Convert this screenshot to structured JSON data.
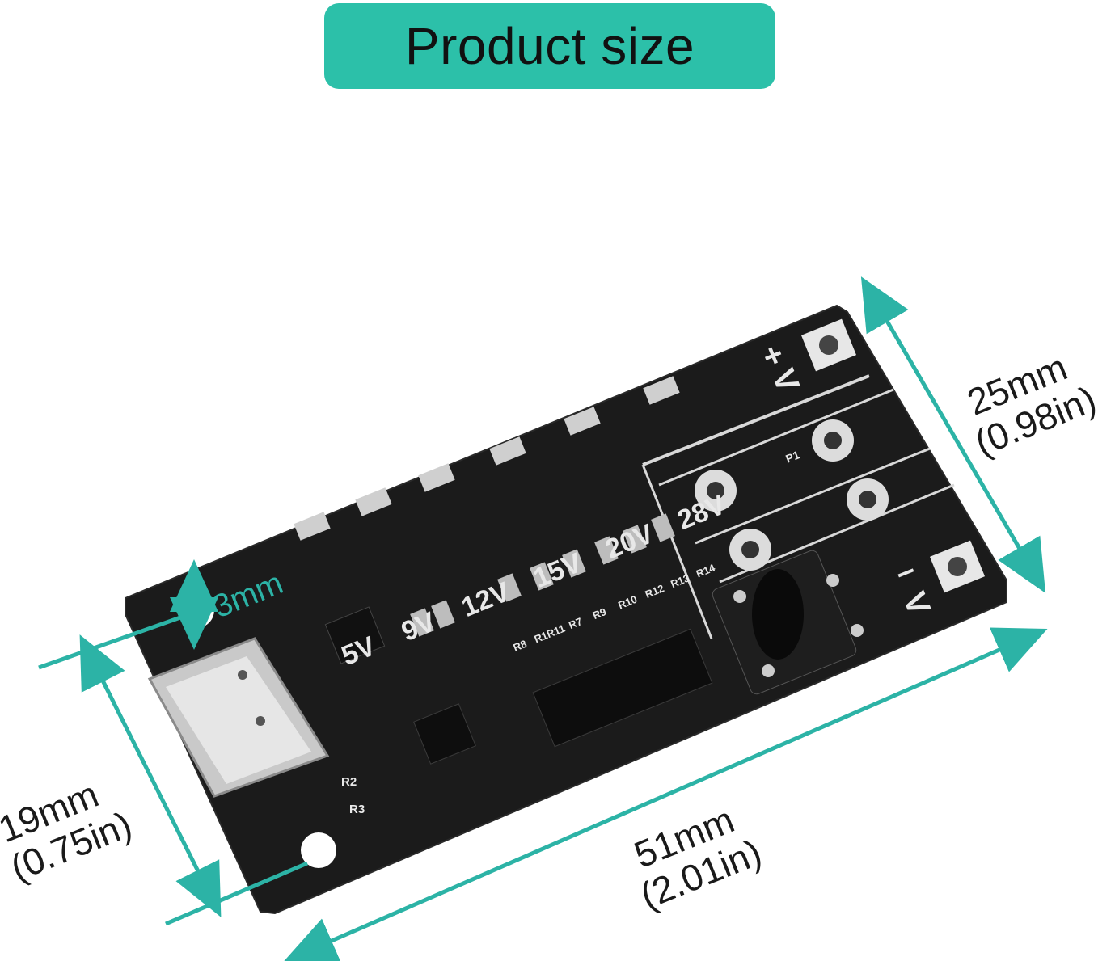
{
  "title": "Product size",
  "colors": {
    "banner": "#2cc0a9",
    "dimension_line": "#2cb3a6",
    "pcb": "#1b1b1b"
  },
  "dimensions": {
    "width": {
      "mm": "25mm",
      "in": "(0.98in)"
    },
    "length": {
      "mm": "51mm",
      "in": "(2.01in)"
    },
    "hole_spacing": {
      "mm": "19mm",
      "in": "(0.75in)"
    },
    "hole_margin": "3mm"
  },
  "board_labels": {
    "voltages": [
      "5V",
      "9V",
      "12V",
      "15V",
      "20V",
      "28V"
    ],
    "resistors": [
      "R8",
      "R1R11",
      "R7",
      "R9",
      "R10",
      "R12",
      "R13",
      "R14"
    ],
    "r2": "R2",
    "r3": "R3",
    "p1": "P1",
    "plus": "+",
    "minus": "–",
    "arrow": "V"
  }
}
